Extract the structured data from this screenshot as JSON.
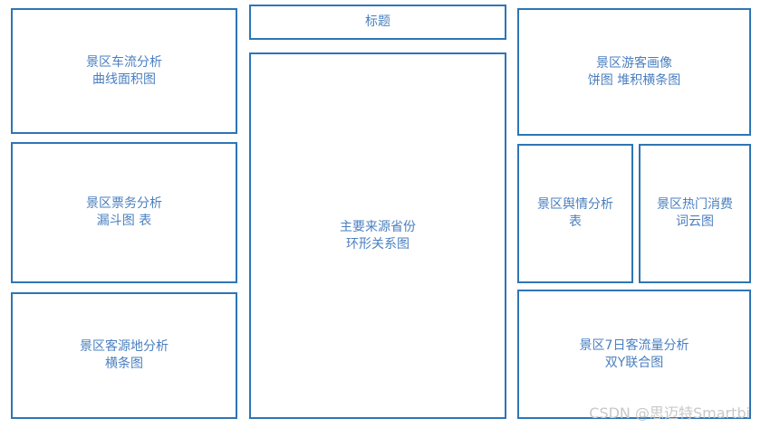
{
  "panels": {
    "curve": {
      "line1": "景区车流分析",
      "line2": "曲线面积图"
    },
    "ticket": {
      "line1": "景区票务分析",
      "line2": "漏斗图 表"
    },
    "origin": {
      "line1": "景区客源地分析",
      "line2": "横条图"
    },
    "title": {
      "line1": "标题"
    },
    "main": {
      "line1": "主要来源省份",
      "line2": "环形关系图"
    },
    "profile": {
      "line1": "景区游客画像",
      "line2": "饼图 堆积横条图"
    },
    "opinion": {
      "line1": "景区舆情分析",
      "line2": "表"
    },
    "spend": {
      "line1": "景区热门消费",
      "line2": "词云图"
    },
    "flow": {
      "line1": "景区7日客流量分析",
      "line2": "双Y联合图"
    }
  },
  "watermark": "CSDN @思迈特Smartbi",
  "colors": {
    "border": "#2e75b6",
    "text": "#4a7fc0",
    "watermark": "#c8c8c8"
  }
}
